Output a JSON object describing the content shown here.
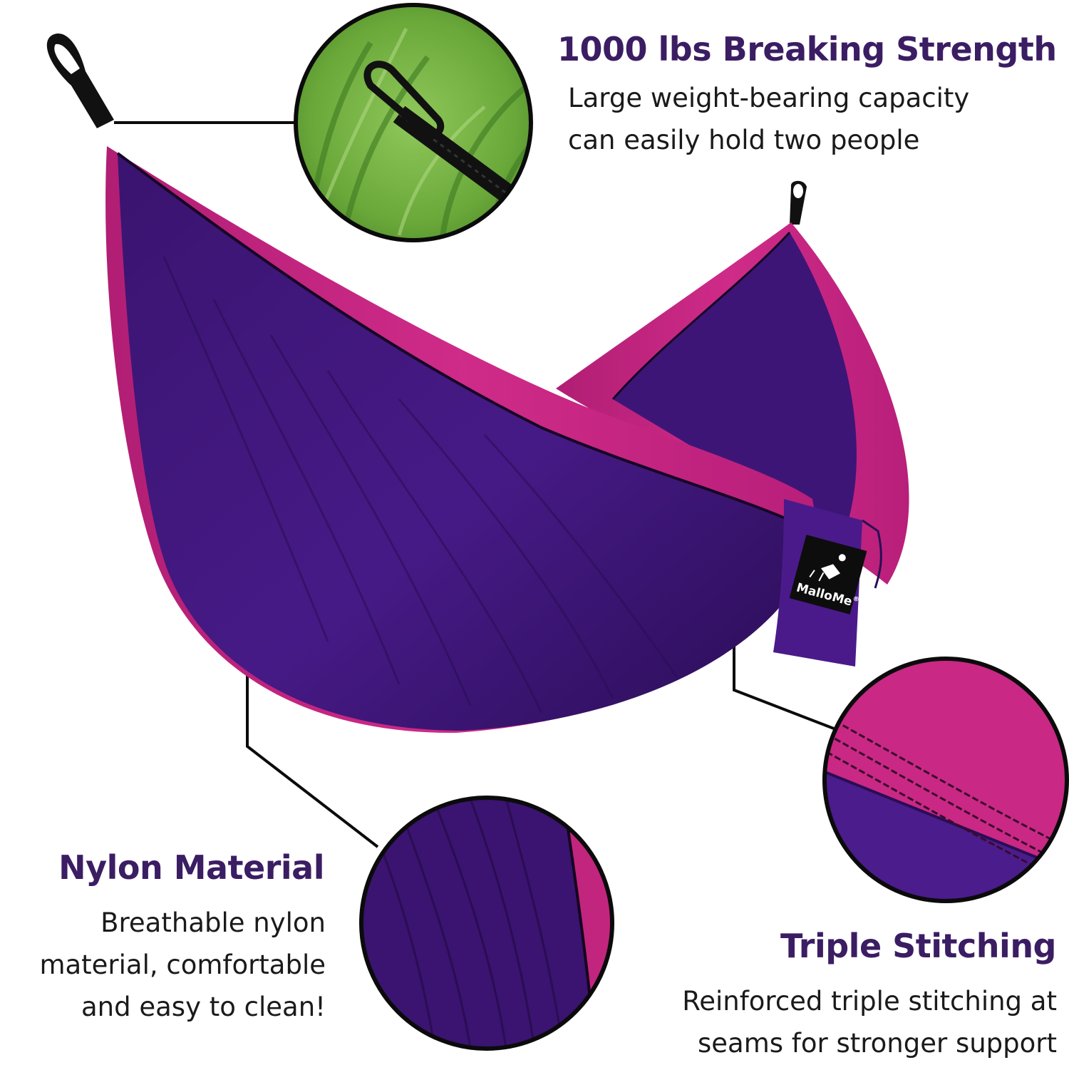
{
  "features": [
    {
      "id": "strength",
      "title": "1000 lbs Breaking Strength",
      "lines": [
        "Large weight-bearing capacity",
        "can easily hold two people"
      ]
    },
    {
      "id": "nylon",
      "title": "Nylon Material",
      "lines": [
        "Breathable nylon",
        "material, comfortable",
        "and easy to clean!"
      ]
    },
    {
      "id": "stitch",
      "title": "Triple Stitching",
      "lines": [
        "Reinforced triple stitching at",
        "seams for stronger support"
      ]
    }
  ],
  "brand": {
    "name": "MalloMe",
    "mark": "®"
  },
  "colors": {
    "heading": "#3b1d63",
    "pink": "#c2257e",
    "purple": "#3d1577",
    "dark_purple": "#2a0d55",
    "leaf_green": "#7cb342"
  },
  "icons": [
    "carabiner-icon",
    "camp-chair-logo-icon"
  ]
}
